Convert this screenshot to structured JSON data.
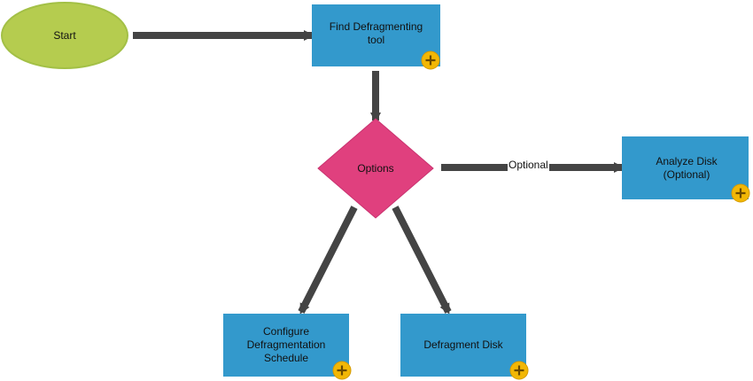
{
  "colors": {
    "start_fill": "#b5cc4f",
    "start_stroke": "#a3c046",
    "process_fill": "#3399cc",
    "decision_fill": "#e0407e",
    "arrow": "#444444",
    "plus_fill": "#f2b705",
    "plus_stroke": "#d49a00"
  },
  "icons": {
    "expand": "plus-circle-icon"
  },
  "nodes": {
    "start": {
      "label": "Start"
    },
    "find_tool": {
      "label": "Find Defragmenting\ntool"
    },
    "options": {
      "label": "Options"
    },
    "analyze": {
      "label": "Analyze Disk\n(Optional)"
    },
    "configure": {
      "label": "Configure\nDefragmentation\nSchedule"
    },
    "defragment": {
      "label": "Defragment Disk"
    }
  },
  "edges": {
    "optional_label": "Optional"
  }
}
